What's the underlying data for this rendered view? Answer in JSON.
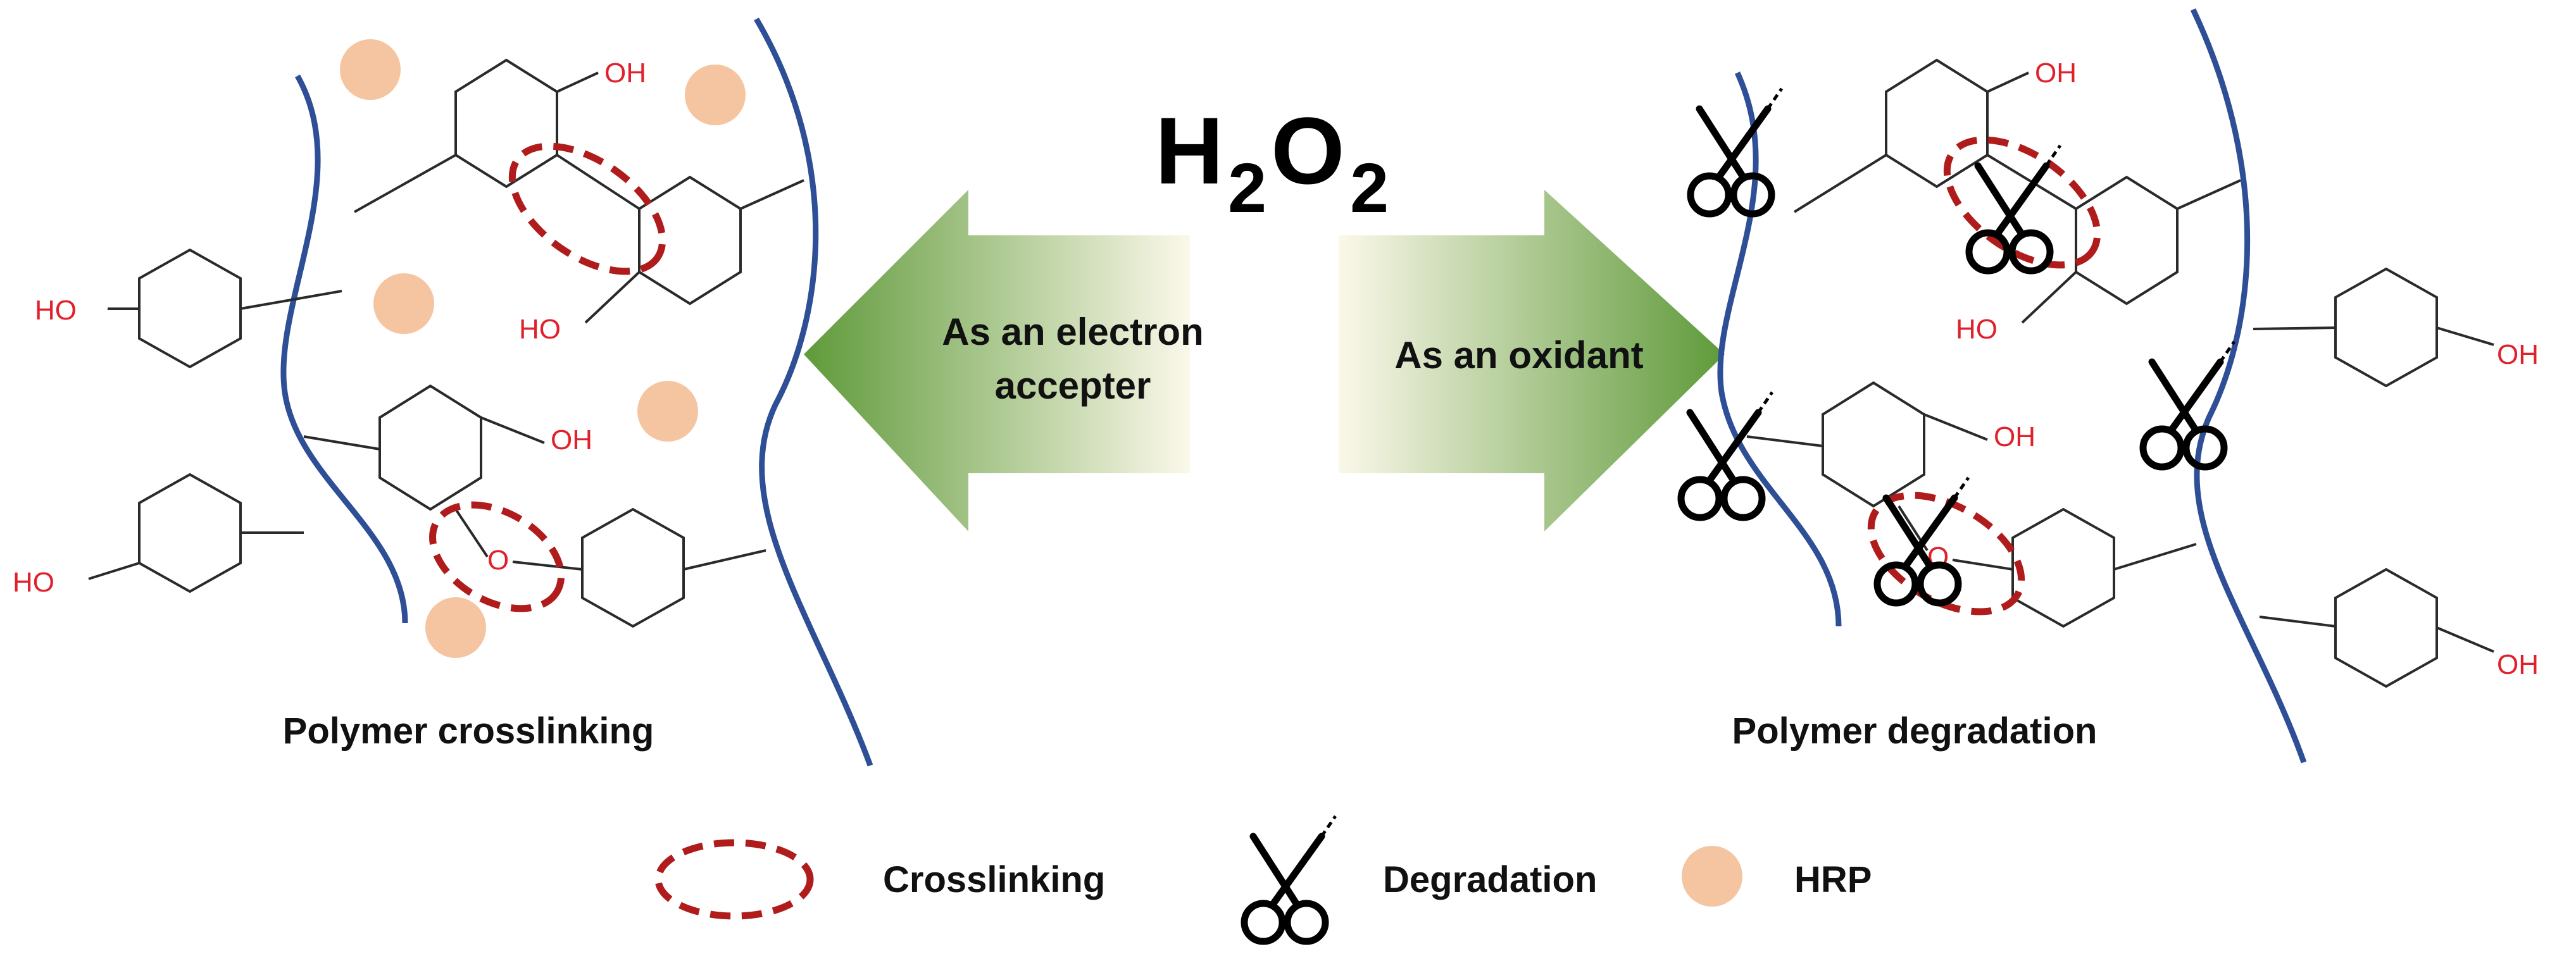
{
  "title": {
    "main": "H",
    "sub1": "2",
    "mid": "O",
    "sub2": "2"
  },
  "arrows": {
    "left_line1": "As an electron",
    "left_line2": "accepter",
    "right": "As an oxidant"
  },
  "captions": {
    "left": "Polymer crosslinking",
    "right": "Polymer degradation"
  },
  "groups": {
    "oh": "OH",
    "ho": "HO",
    "o": "O"
  },
  "legend": {
    "crosslinking": "Crosslinking",
    "degradation": "Degradation",
    "hrp": "HRP"
  },
  "colors": {
    "backbone": "#2e4f96",
    "crosslink": "#b01c1c",
    "hrp": "#f5c5a1",
    "oh_text": "#e0202a",
    "arrow_dark": "#5f9a3a",
    "arrow_light": "#fbf8ea"
  },
  "icons": [
    "scissors-icon",
    "dashed-ellipse-icon",
    "hrp-circle-icon"
  ]
}
